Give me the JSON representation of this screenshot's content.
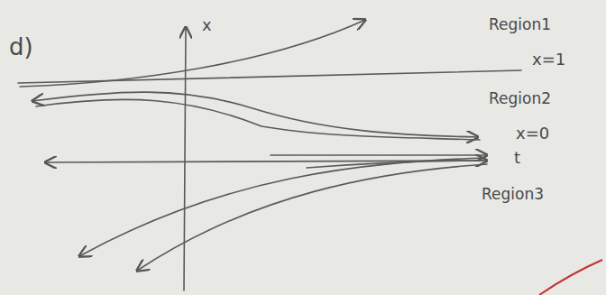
{
  "diagram": {
    "labels": [
      "d)",
      "x",
      "Region1",
      "x=1",
      "Region2",
      "x=0",
      "t",
      "Region3"
    ]
  }
}
